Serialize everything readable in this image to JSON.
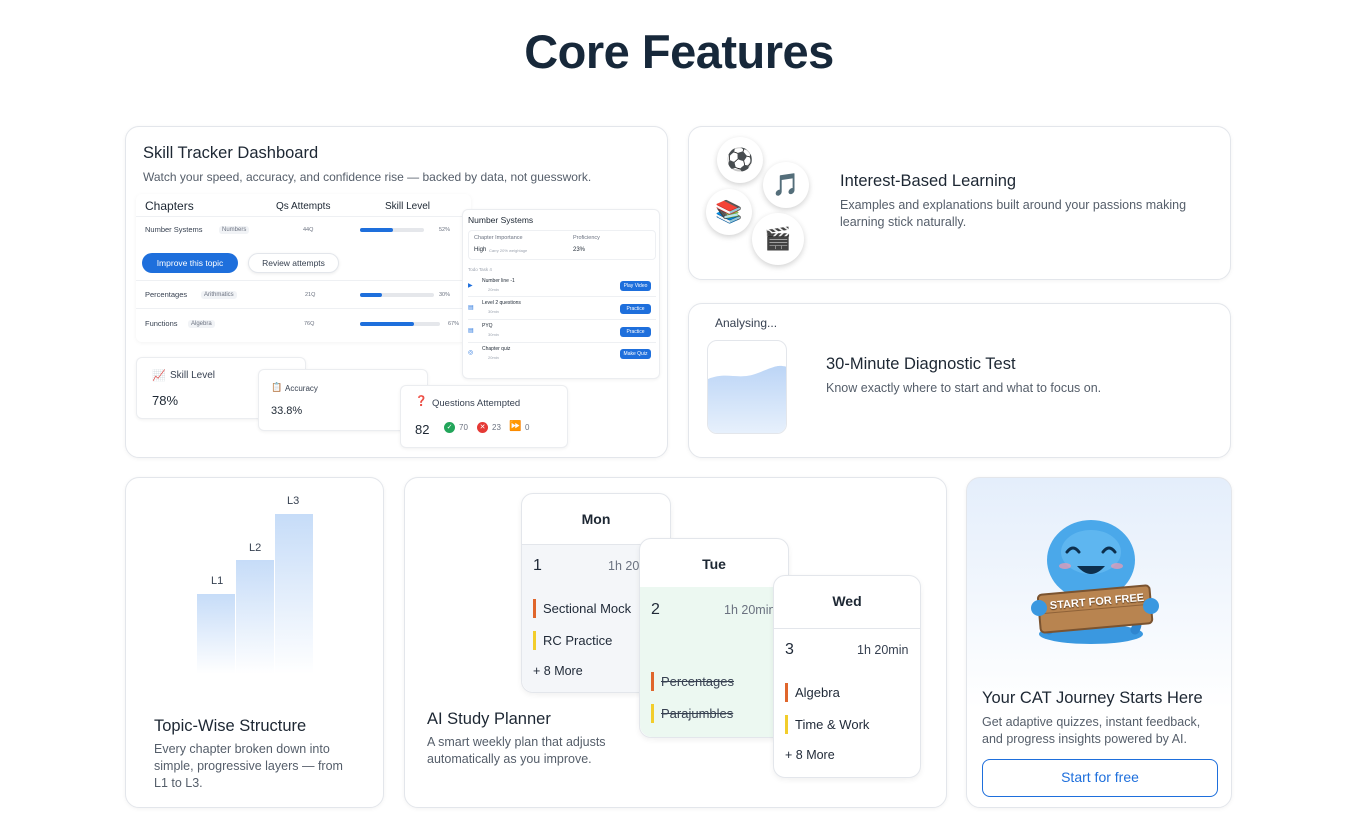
{
  "page_title": "Core Features",
  "skill_tracker": {
    "title": "Skill Tracker Dashboard",
    "desc": "Watch your speed, accuracy, and confidence rise — backed by data, not guesswork.",
    "table": {
      "col_chapters": "Chapters",
      "col_attempts": "Qs Attempts",
      "col_level": "Skill Level",
      "rows": [
        {
          "name": "Number Systems",
          "tag": "Numbers",
          "attempts": "44Q",
          "pct": "52%",
          "level": 0.52
        },
        {
          "name": "Percentages",
          "tag": "Arithmatics",
          "attempts": "21Q",
          "pct": "30%",
          "level": 0.3
        },
        {
          "name": "Functions",
          "tag": "Algebra",
          "attempts": "76Q",
          "pct": "67%",
          "level": 0.67
        }
      ],
      "improve_btn": "Improve this topic",
      "review_btn": "Review attempts"
    },
    "side_panel": {
      "title": "Number Systems",
      "importance_label": "Chapter Importance",
      "importance_value": "High",
      "importance_note": "Carry 20% weightage",
      "proficiency_label": "Proficiency",
      "proficiency_value": "23%",
      "tasks_label": "Todo Task 4",
      "tasks": [
        {
          "name": "Number line -1",
          "time": "20min",
          "btn": "Play Video"
        },
        {
          "name": "Level 2 questions",
          "time": "30min",
          "btn": "Practice"
        },
        {
          "name": "PYQ",
          "time": "30min",
          "btn": "Practice"
        },
        {
          "name": "Chapter quiz",
          "time": "20min",
          "btn": "Make Quiz"
        }
      ]
    },
    "stats": {
      "skill_label": "Skill Level",
      "skill_value": "78%",
      "accuracy_label": "Accuracy",
      "accuracy_value": "33.8%",
      "questions_label": "Questions Attempted",
      "questions_value": "82",
      "correct": "70",
      "wrong": "23",
      "skipped": "0"
    }
  },
  "interest": {
    "title": "Interest-Based Learning",
    "desc": "Examples and explanations built around your passions making learning stick naturally.",
    "icons": [
      "⚽",
      "🎵",
      "📚",
      "🎬"
    ]
  },
  "diagnostic": {
    "status": "Analysing...",
    "title": "30-Minute Diagnostic Test",
    "desc": "Know exactly where to start and what to focus on."
  },
  "topic": {
    "levels": [
      "L1",
      "L2",
      "L3"
    ],
    "title": "Topic-Wise Structure",
    "desc": "Every chapter broken down into simple, progressive layers — from L1 to L3."
  },
  "planner": {
    "title": "AI Study Planner",
    "desc": "A smart weekly plan that adjusts automatically as you improve.",
    "days": [
      {
        "day": "Mon",
        "num": "1",
        "duration": "1h 20",
        "tasks": [
          "Sectional Mock",
          "RC Practice"
        ],
        "more": "+ 8 More"
      },
      {
        "day": "Tue",
        "num": "2",
        "duration": "1h 20min",
        "tasks": [
          "Percentages",
          "Parajumbles"
        ]
      },
      {
        "day": "Wed",
        "num": "3",
        "duration": "1h 20min",
        "tasks": [
          "Algebra",
          "Time & Work"
        ],
        "more": "+ 8 More"
      }
    ]
  },
  "cta": {
    "sign": "START FOR FREE",
    "title": "Your CAT Journey Starts Here",
    "desc": "Get adaptive quizzes, instant feedback, and progress insights powered by AI.",
    "button": "Start for free"
  },
  "colors": {
    "primary": "#1e6fdc",
    "heading": "#17283a",
    "orange": "#e0662c",
    "yellow": "#f2cd2b"
  }
}
